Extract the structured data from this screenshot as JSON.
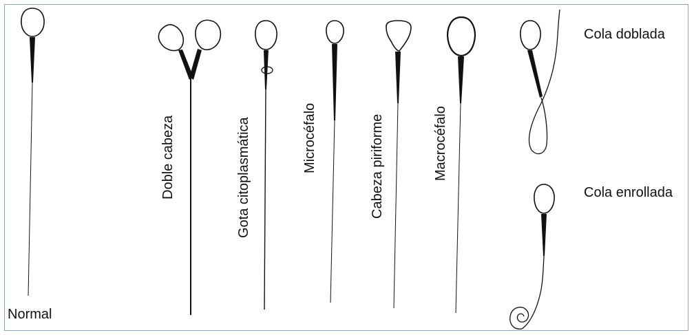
{
  "labels": {
    "normal": "Normal",
    "doble_cabeza": "Doble cabeza",
    "gota_citoplasmatica": "Gota citoplasmática",
    "microcefalo": "Microcéfalo",
    "cabeza_piriforme": "Cabeza piriforme",
    "macrocefalo": "Macrocéfalo",
    "cola_doblada": "Cola doblada",
    "cola_enrollada": "Cola enrollada"
  },
  "colors": {
    "ink": "#111111",
    "frame_border": "#8aa4c8",
    "background": "#ffffff"
  }
}
